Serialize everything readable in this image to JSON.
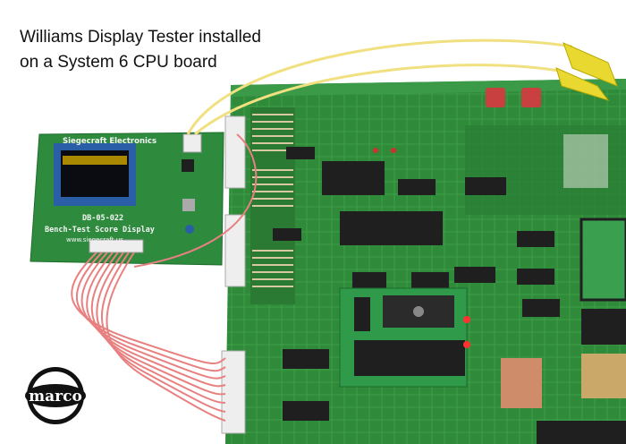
{
  "caption": {
    "line1": "Williams Display Tester installed",
    "line2": "on a System 6 CPU board"
  },
  "tester_board": {
    "maker": "Siegecraft Electronics",
    "part_number": "DB-05-022",
    "product": "Bench-Test Score Display",
    "url": "www.siegecraft.us"
  },
  "logo": {
    "text": "marco"
  },
  "colors": {
    "pcb_green": "#2f8a3a",
    "tester_green": "#2e8b3e",
    "wire_red": "#e88080",
    "wire_yellow": "#f0e080"
  }
}
